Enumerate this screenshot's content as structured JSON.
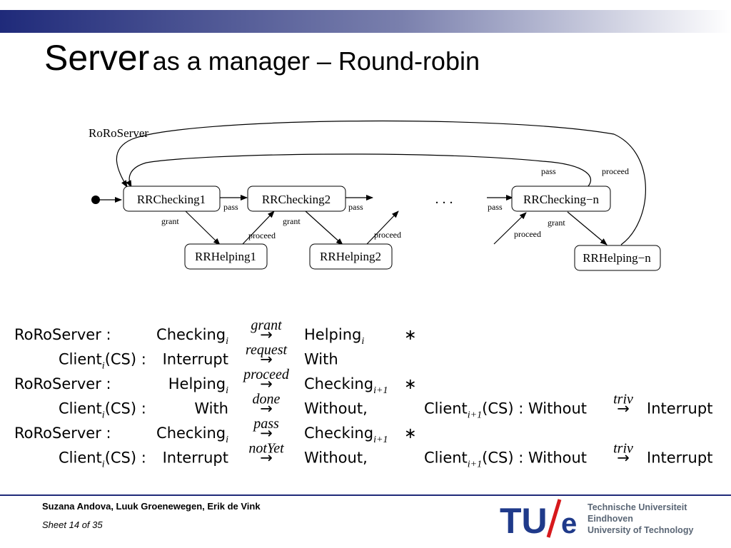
{
  "slide": {
    "title_main": "Server",
    "title_rest": "as a manager – Round-robin"
  },
  "diagram": {
    "machine_name": "RoRoServer",
    "states": {
      "rrchecking1": "RRChecking1",
      "rrchecking2": "RRChecking2",
      "rrchecking_n": "RRChecking−n",
      "rrhelping1": "RRHelping1",
      "rrhelping2": "RRHelping2",
      "rrhelping_n": "RRHelping−n"
    },
    "ellipsis": ". . .",
    "labels": {
      "pass": "pass",
      "grant": "grant",
      "proceed": "proceed"
    }
  },
  "equations": [
    {
      "left": "RoRoServer :",
      "src": "Checking",
      "src_sub": "i",
      "label": "grant",
      "dst": "Helping",
      "dst_sub": "i",
      "star": "∗"
    },
    {
      "left": "Client",
      "left_sub": "i",
      "left_rest": "(CS) :",
      "src": "Interrupt",
      "label": "request",
      "dst": "With"
    },
    {
      "left": "RoRoServer :",
      "src": "Helping",
      "src_sub": "i",
      "label": "proceed",
      "dst": "Checking",
      "dst_sub": "i+1",
      "star": "∗"
    },
    {
      "left": "Client",
      "left_sub": "i",
      "left_rest": "(CS) :",
      "src": "With",
      "label": "done",
      "dst": "Without,",
      "client2": "Client",
      "client2_sub": "i+1",
      "client2_rest": "(CS)  :  Without",
      "label2": "triv",
      "dst2": "Interrupt"
    },
    {
      "left": "RoRoServer :",
      "src": "Checking",
      "src_sub": "i",
      "label": "pass",
      "dst": "Checking",
      "dst_sub": "i+1",
      "star": "∗"
    },
    {
      "left": "Client",
      "left_sub": "i",
      "left_rest": "(CS) :",
      "src": "Interrupt",
      "label": "notYet",
      "dst": "Without,",
      "client2": "Client",
      "client2_sub": "i+1",
      "client2_rest": "(CS)  :  Without",
      "label2": "triv",
      "dst2": "Interrupt"
    }
  ],
  "footer": {
    "authors": "Suzana Andova, Luuk Groenewegen, Erik de Vink",
    "sheet_prefix": "Sheet",
    "sheet_num": "14",
    "sheet_of": "of",
    "sheet_total": "35",
    "logo_tu": "TU",
    "logo_e": "e",
    "uni_line1": "Technische Universiteit",
    "uni_line2": "Eindhoven",
    "uni_line3": "University of Technology"
  },
  "colors": {
    "bar_dark": "#1f2a7a",
    "logo_blue": "#1f3a8a",
    "logo_red": "#d7191c"
  }
}
